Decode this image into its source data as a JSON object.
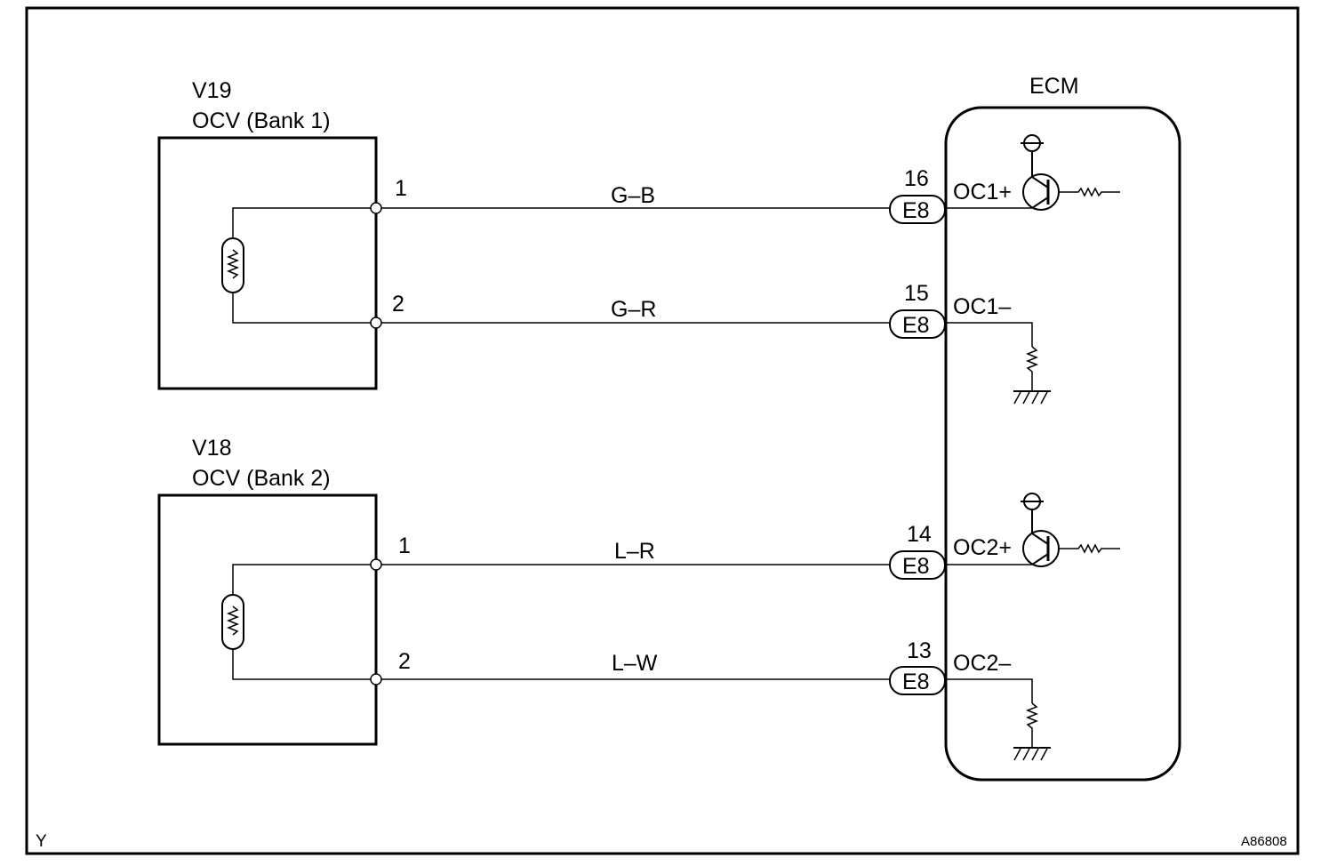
{
  "components": {
    "v19": {
      "code": "V19",
      "name": "OCV (Bank 1)"
    },
    "v18": {
      "code": "V18",
      "name": "OCV (Bank 2)"
    },
    "ecm": {
      "name": "ECM"
    }
  },
  "wires": [
    {
      "pin": "1",
      "color": "G–B",
      "ecm_pin": "16",
      "connector": "E8",
      "terminal": "OC1+"
    },
    {
      "pin": "2",
      "color": "G–R",
      "ecm_pin": "15",
      "connector": "E8",
      "terminal": "OC1–"
    },
    {
      "pin": "1",
      "color": "L–R",
      "ecm_pin": "14",
      "connector": "E8",
      "terminal": "OC2+"
    },
    {
      "pin": "2",
      "color": "L–W",
      "ecm_pin": "13",
      "connector": "E8",
      "terminal": "OC2–"
    }
  ],
  "footer": {
    "left_code": "Y",
    "right_code": "A86808"
  }
}
